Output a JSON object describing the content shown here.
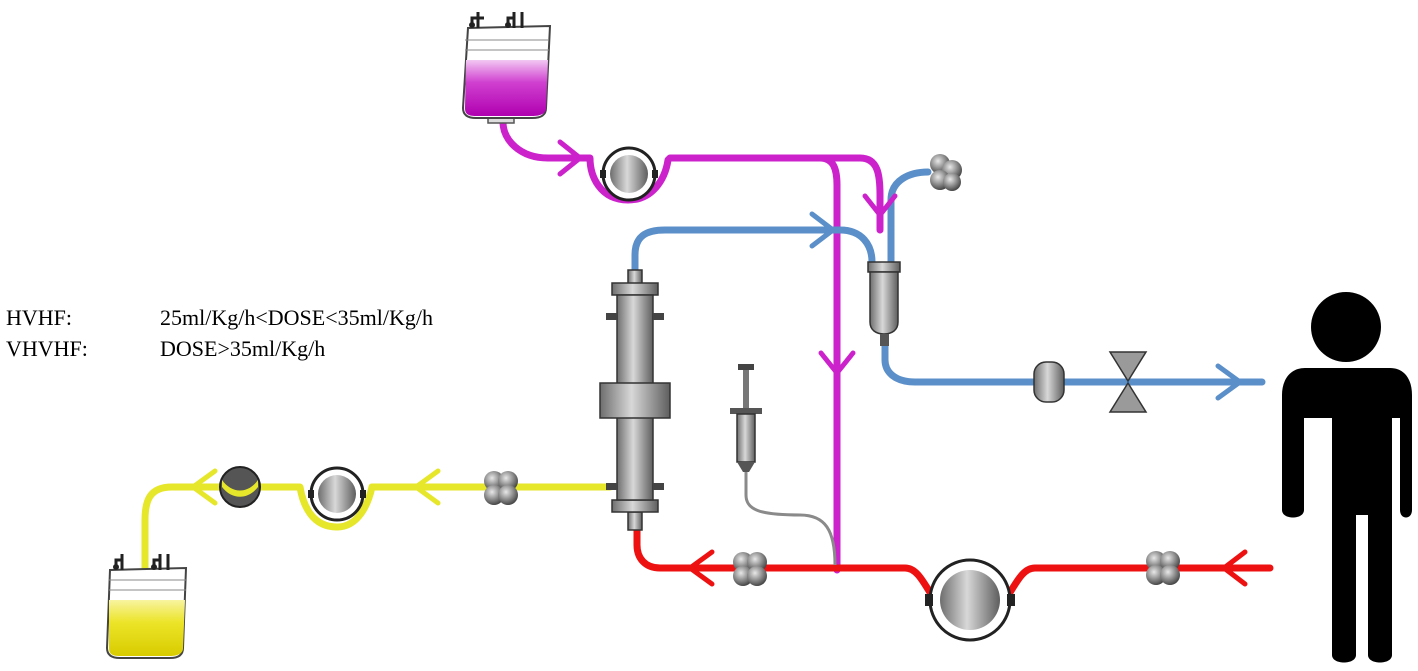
{
  "dose_labels": [
    {
      "mode": "HVHF:",
      "range": "25ml/Kg/h<DOSE<35ml/Kg/h"
    },
    {
      "mode": "VHVHF:",
      "range": "DOSE>35ml/Kg/h"
    }
  ],
  "colors": {
    "replacement_line": "#cc22cc",
    "venous_return_line": "#5b8fc9",
    "arterial_line": "#ee1111",
    "effluent_line": "#e6e62a",
    "anticoagulant_line": "#8a8a8a",
    "patient": "#000000",
    "device_gray": "#8c8c8c"
  }
}
